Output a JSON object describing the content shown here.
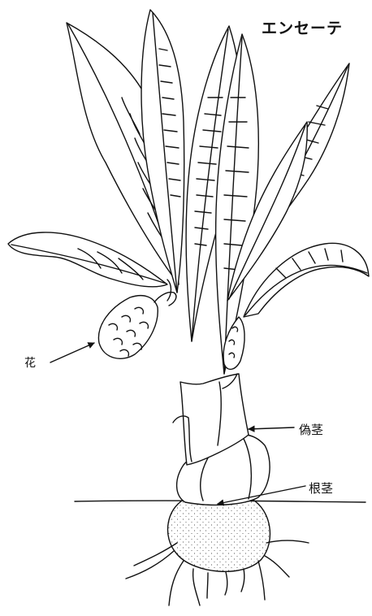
{
  "title": "エンセーテ",
  "labels": {
    "flower": "花",
    "pseudostem": "偽茎",
    "rhizome": "根茎"
  },
  "colors": {
    "ink": "#111111",
    "background": "#ffffff"
  }
}
